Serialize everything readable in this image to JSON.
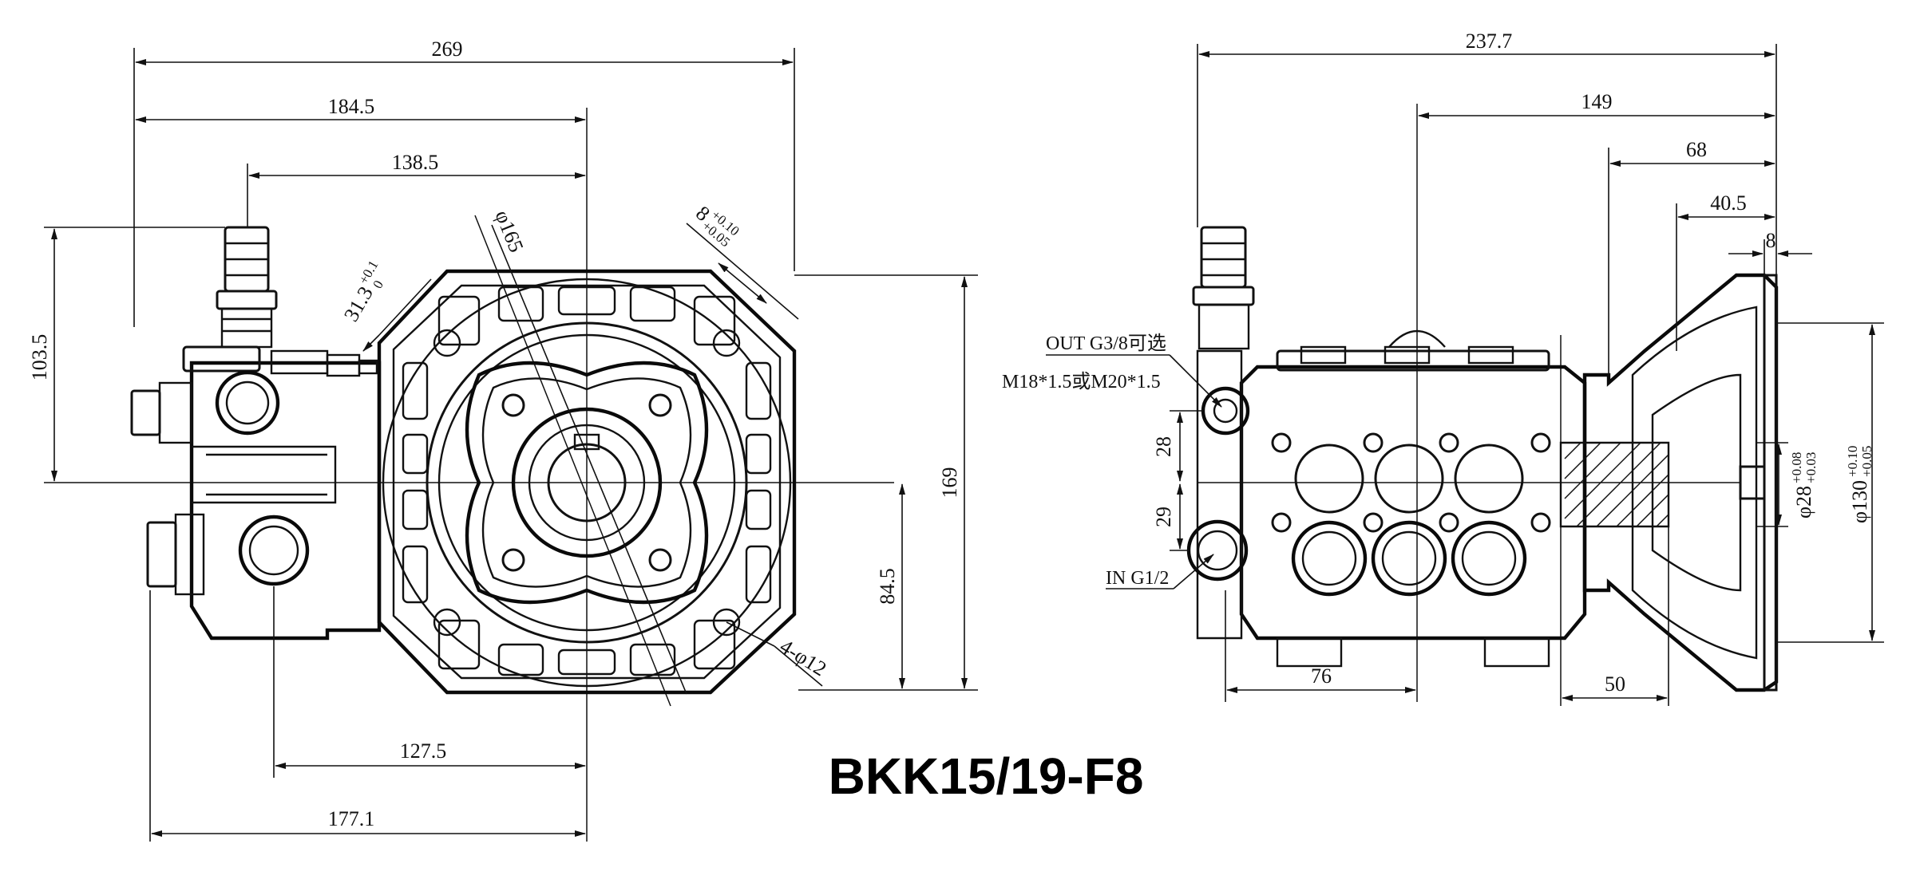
{
  "title": "BKK15/19-F8",
  "front_view": {
    "dims": {
      "overall_width": "269",
      "to_center_a": "184.5",
      "to_center_b": "138.5",
      "height_upper": "103.5",
      "height_total": "169",
      "height_lower": "84.5",
      "bottom_a": "127.5",
      "bottom_b": "177.1",
      "pcd": "φ165",
      "flange_offset": "31.3",
      "flange_tol_upper": "+0.1",
      "flange_tol_lower": "0",
      "key_width": "8",
      "key_tol_upper": "+0.10",
      "key_tol_lower": "+0.05",
      "bolt_holes": "4-φ12"
    }
  },
  "side_view": {
    "dims": {
      "overall": "237.7",
      "d149": "149",
      "d68": "68",
      "d40_5": "40.5",
      "d8": "8",
      "out_to_center": "28",
      "in_to_center": "29",
      "bottom_left": "76",
      "bottom_right": "50",
      "shaft_dia": "φ28",
      "shaft_tol_upper": "+0.08",
      "shaft_tol_lower": "+0.03",
      "flange_dia": "φ130",
      "flange_tol_upper": "+0.10",
      "flange_tol_lower": "+0.05"
    },
    "labels": {
      "outlet": "OUT G3/8可选",
      "outlet_thread": "M18*1.5或M20*1.5",
      "inlet": "IN G1/2"
    }
  }
}
